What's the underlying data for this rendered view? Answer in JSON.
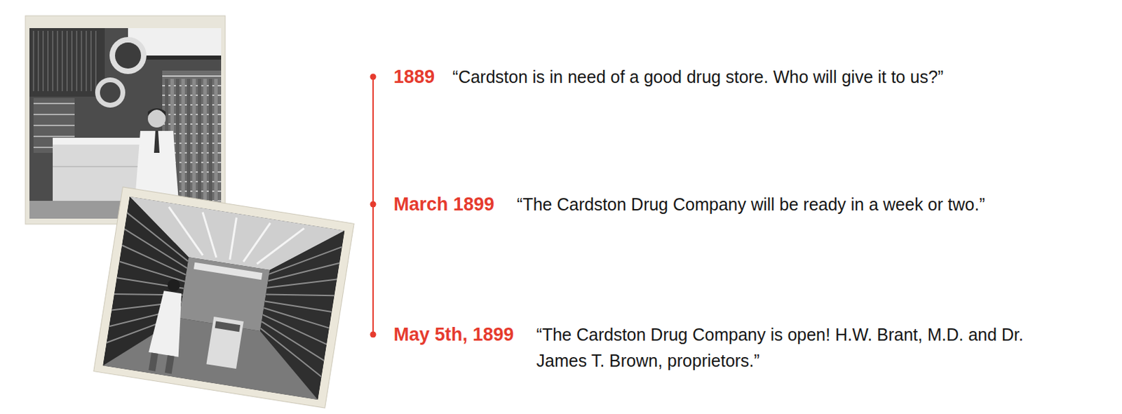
{
  "diagram": {
    "labels": [
      "1889",
      "“Cardston is in need of a good drug store. Who will give it to us?”",
      "March 1899",
      "“The Cardston Drug Company will be ready in a week or two.”",
      "May 5th, 1899",
      "“The Cardston Drug Company is open! H.W. Brant, M.D. and Dr. James T. Brown, proprietors.”"
    ]
  }
}
